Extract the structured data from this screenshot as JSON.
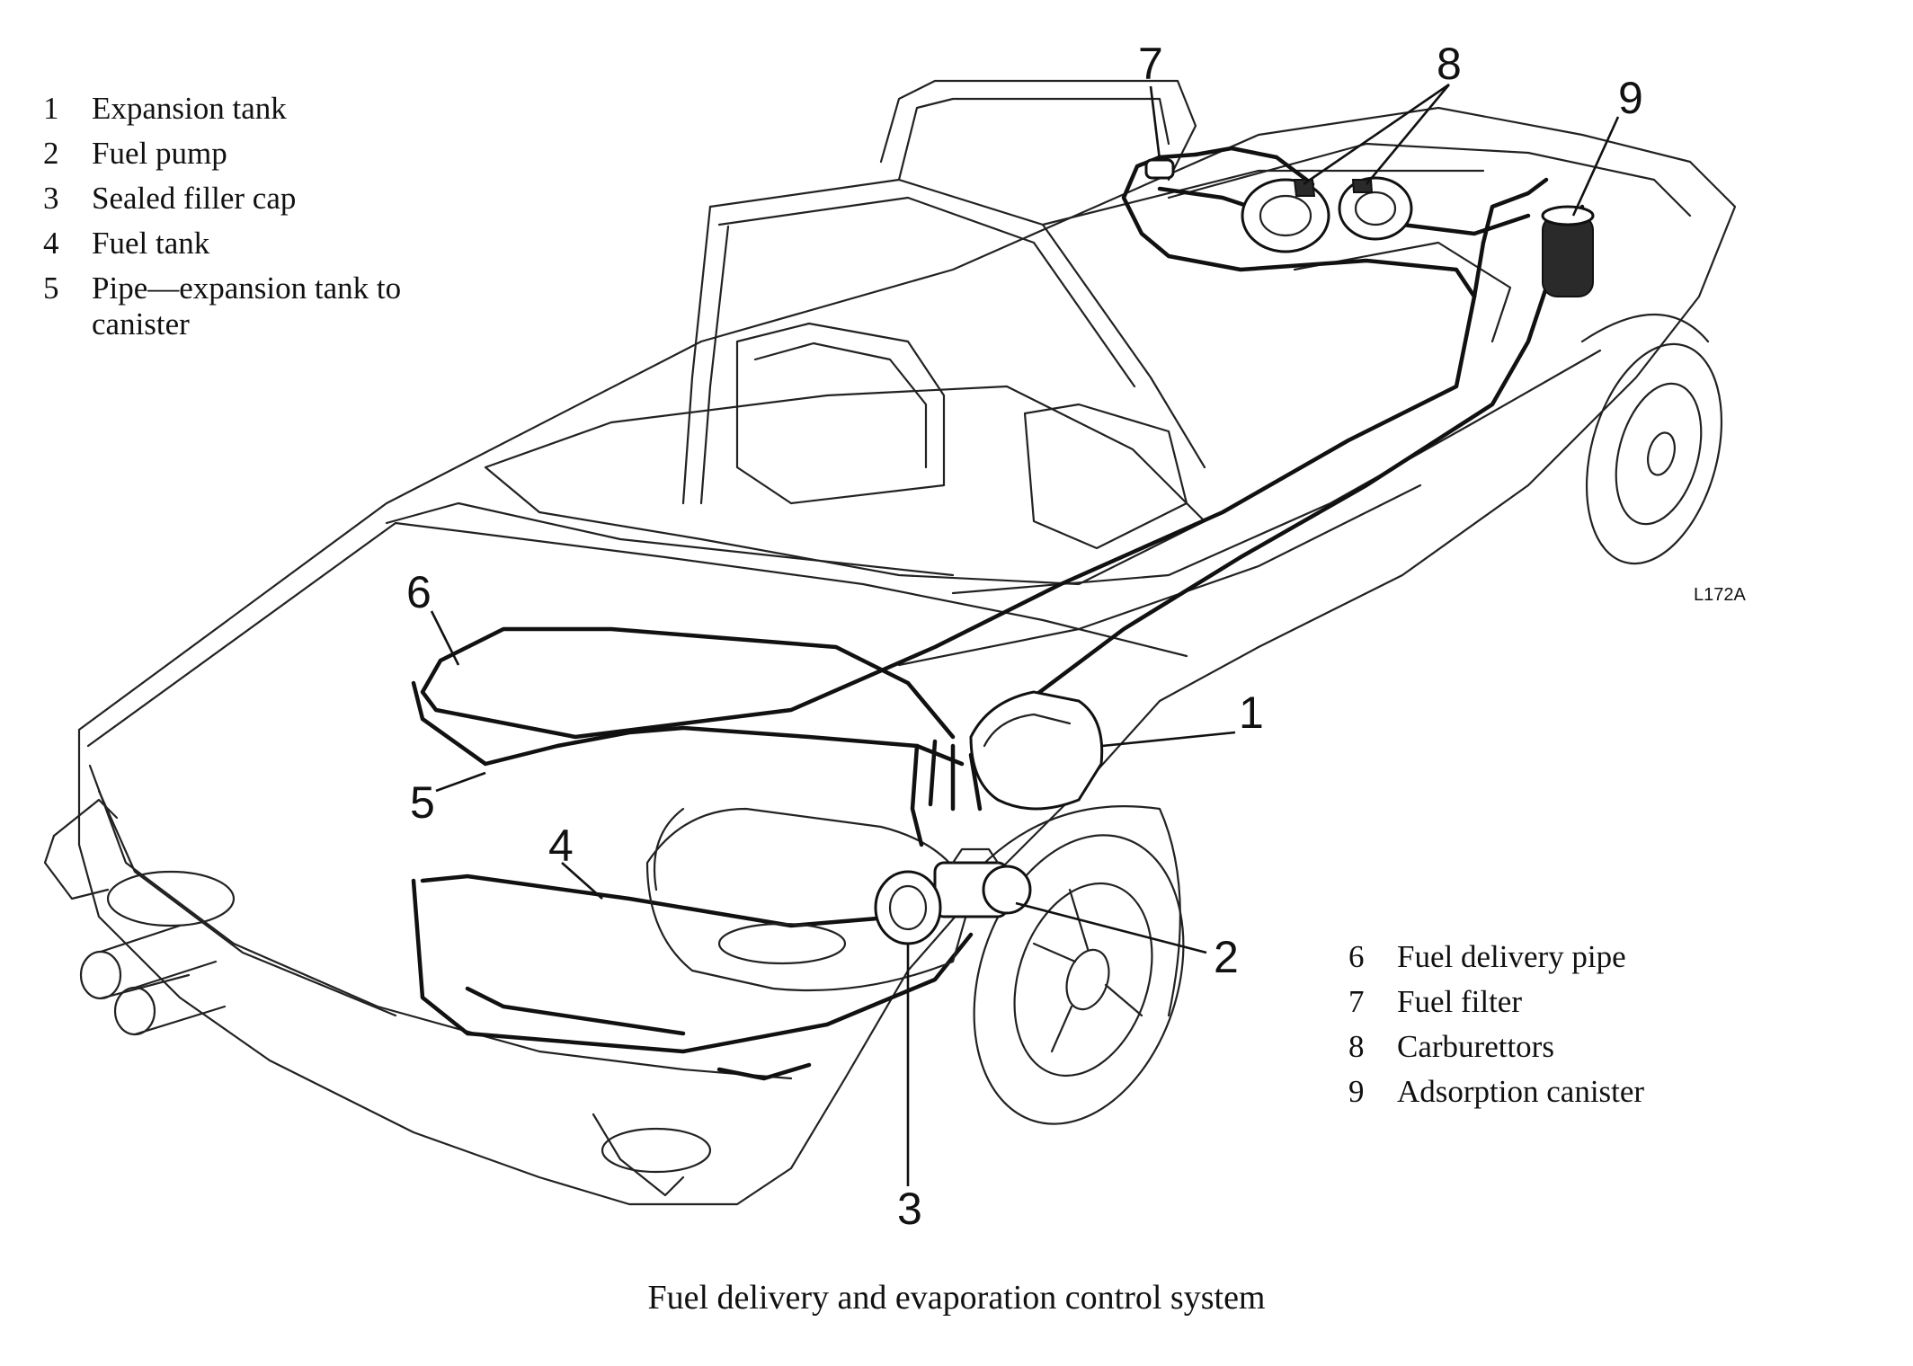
{
  "legend_left": [
    {
      "num": "1",
      "text": "Expansion tank"
    },
    {
      "num": "2",
      "text": "Fuel pump"
    },
    {
      "num": "3",
      "text": "Sealed filler cap"
    },
    {
      "num": "4",
      "text": "Fuel tank"
    },
    {
      "num": "5",
      "text": "Pipe—expansion tank to canister"
    }
  ],
  "legend_right": [
    {
      "num": "6",
      "text": "Fuel delivery pipe"
    },
    {
      "num": "7",
      "text": "Fuel filter"
    },
    {
      "num": "8",
      "text": "Carburettors"
    },
    {
      "num": "9",
      "text": "Adsorption canister"
    }
  ],
  "callouts": {
    "c1": "1",
    "c2": "2",
    "c3": "3",
    "c4": "4",
    "c5": "5",
    "c6": "6",
    "c7": "7",
    "c8": "8",
    "c9": "9"
  },
  "reference_code": "L172A",
  "caption": "Fuel delivery and evaporation control system",
  "icons": [
    "car-outline-drawing",
    "expansion-tank",
    "fuel-pump",
    "filler-cap",
    "fuel-tank",
    "fuel-filter",
    "carburettor",
    "adsorption-canister"
  ]
}
